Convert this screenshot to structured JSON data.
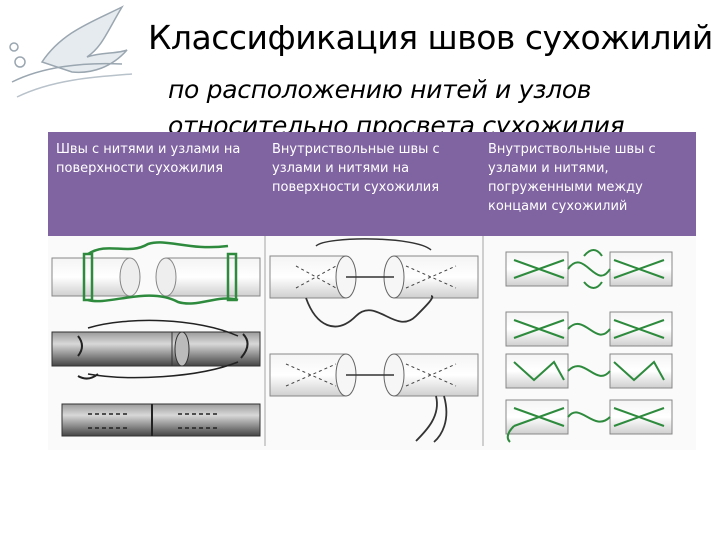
{
  "slide": {
    "title": "Классификация швов сухожилий",
    "subtitle_line1": "по расположению нитей и узлов",
    "subtitle_line2": "относительно просвета сухожилия"
  },
  "table": {
    "columns": [
      "Швы с нитями и узлами на поверхности сухожилия",
      "Внутриствольные швы с узлами и нитями на поверхности сухожилия",
      "Внутриствольные швы с узлами и нитями, погруженными между концами сухожилий"
    ]
  },
  "colors": {
    "header_bg": "#8064a2",
    "suture_green": "#2e8b3e",
    "tendon_gray": "#8a8a8a"
  },
  "icons": [
    "dove-logo-icon"
  ]
}
